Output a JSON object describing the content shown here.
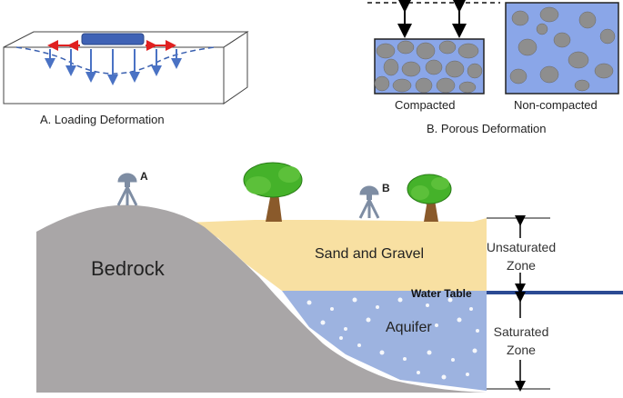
{
  "panel_a": {
    "caption": "A. Loading Deformation"
  },
  "panel_b": {
    "caption": "B. Porous Deformation",
    "compacted_label": "Compacted",
    "noncompacted_label": "Non-compacted"
  },
  "cross_section": {
    "bedrock_label": "Bedrock",
    "sand_label": "Sand and Gravel",
    "aquifer_label": "Aquifer",
    "water_table_label": "Water Table",
    "unsaturated_label": "Unsaturated Zone",
    "saturated_label": "Saturated Zone",
    "instrument_a": "A",
    "instrument_b": "B"
  },
  "colors": {
    "bedrock": "#a9a6a7",
    "sand": "#f8e0a2",
    "aquifer": "#9db3e0",
    "water_table": "#2b4a93",
    "box_fill": "#8aa6e8",
    "grain": "#8e8e8e",
    "load": "#3f62b5",
    "arrow_blue": "#4a72c4",
    "arrow_red": "#e02020",
    "tree_foliage": "#45b22a",
    "tree_trunk": "#8a5a2b",
    "instrument": "#7e8da3"
  }
}
